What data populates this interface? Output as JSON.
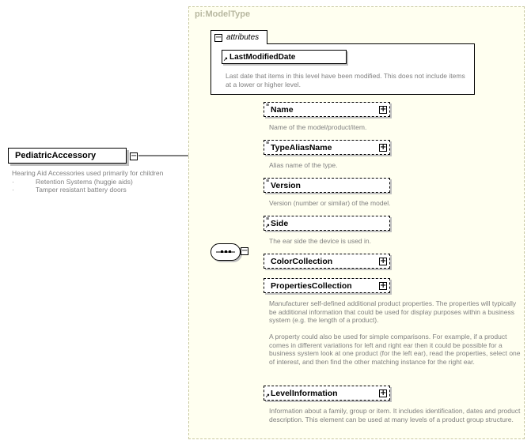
{
  "type_name": "pi:ModelType",
  "root": {
    "name": "PediatricAccessory",
    "description": [
      "Hearing Aid Accessories used primarily for children",
      "Retention Systems (huggie aids)",
      "Tamper resistant battery doors"
    ],
    "bullet": "·"
  },
  "attributes": {
    "tab_label": "attributes",
    "items": [
      {
        "name": "LastModifiedDate",
        "description": "Last date that items in this level have been modified. This does not include items at a lower or higher level."
      }
    ]
  },
  "elements": [
    {
      "name": "Name",
      "description": "Name of the model/product/item.",
      "expandable": true,
      "optional": true,
      "has_children_icon": true,
      "has_reference_icon": false
    },
    {
      "name": "TypeAliasName",
      "description": "Alias name of the type.",
      "expandable": true,
      "optional": true,
      "has_children_icon": true,
      "has_reference_icon": false
    },
    {
      "name": "Version",
      "description": "Version (number or similar) of the model.",
      "expandable": false,
      "optional": true,
      "has_children_icon": true,
      "has_reference_icon": false
    },
    {
      "name": "Side",
      "description": "The ear side the device is used in.",
      "expandable": false,
      "optional": true,
      "has_children_icon": true,
      "has_reference_icon": true
    },
    {
      "name": "ColorCollection",
      "description": "",
      "expandable": true,
      "optional": true,
      "has_children_icon": false,
      "has_reference_icon": false
    },
    {
      "name": "PropertiesCollection",
      "description": "Manufacturer self-defined additional product properties.  The properties will typically be additional information that could be used for display purposes within a business system (e.g. the length of a product).\n\nA property could also be used for simple comparisons.  For example, if a product comes in different variations for left and right ear then it could be possible for a business system look at one product (for the left ear), read the properties, select one of interest, and then find the other matching instance for the right ear.",
      "expandable": true,
      "optional": true,
      "has_children_icon": false,
      "has_reference_icon": false
    },
    {
      "name": "LevelInformation",
      "description": "Information about a family, group or item. It includes identification, dates and product description. This element can be used at many levels of a product group structure.",
      "expandable": true,
      "optional": true,
      "has_children_icon": false,
      "has_reference_icon": true
    }
  ]
}
